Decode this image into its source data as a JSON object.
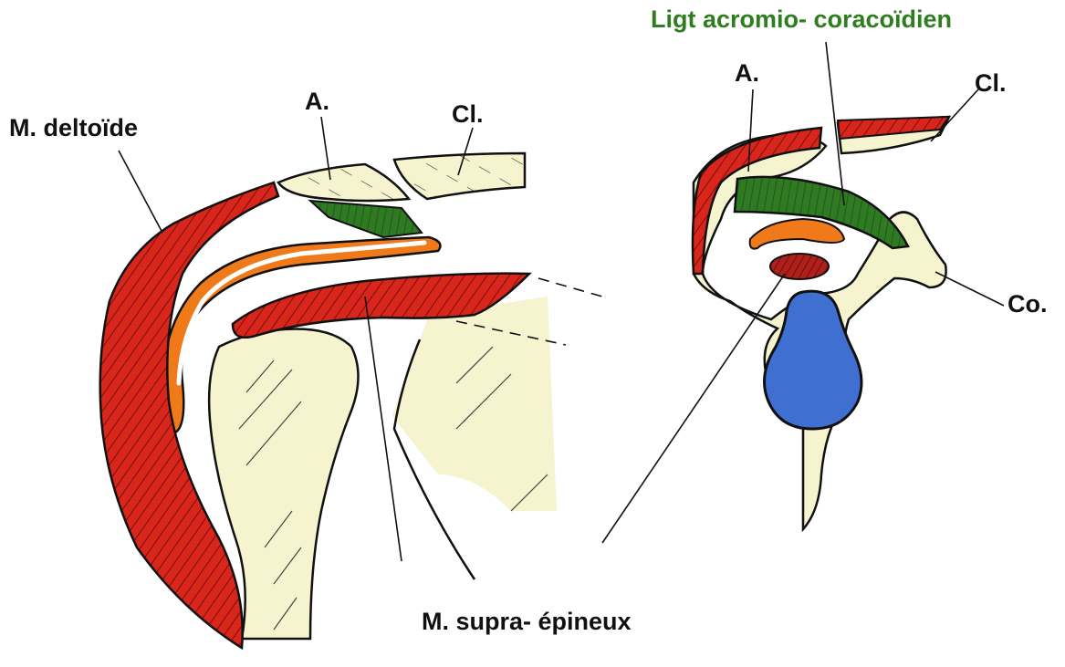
{
  "labels": {
    "deltoid": "M. deltoïde",
    "acromion_left": "A.",
    "clavicle_left": "Cl.",
    "supraspinatus": "M. supra- épineux",
    "ligament": "Ligt acromio- coracoïdien",
    "acromion_right": "A.",
    "clavicle_right": "Cl.",
    "coracoid": "Co."
  },
  "colors": {
    "bone": "#f6f3cf",
    "muscle": "#d9261c",
    "bursa": "#f07a1a",
    "ligament": "#2f7a23",
    "glenoid": "#3f6fd0",
    "outline": "#111111",
    "label_green": "#2e7d1f"
  }
}
